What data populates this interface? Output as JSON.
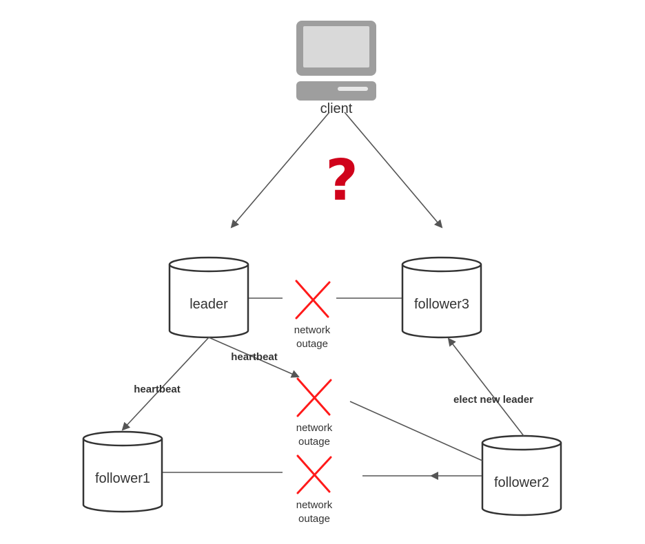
{
  "client": {
    "label": "client",
    "icon": "computer-icon"
  },
  "question_mark": {
    "text": "?",
    "color": "#d0021b"
  },
  "nodes": {
    "leader": "leader",
    "follower1": "follower1",
    "follower2": "follower2",
    "follower3": "follower3"
  },
  "edges": {
    "leader_to_follower1": "heartbeat",
    "leader_to_follower2": "heartbeat",
    "follower2_to_follower3": "elect new leader"
  },
  "outages": [
    {
      "line1": "network",
      "line2": "outage"
    },
    {
      "line1": "network",
      "line2": "outage"
    },
    {
      "line1": "network",
      "line2": "outage"
    }
  ],
  "colors": {
    "outage": "#ff1a1a",
    "line": "#555555",
    "stroke": "#333333"
  }
}
